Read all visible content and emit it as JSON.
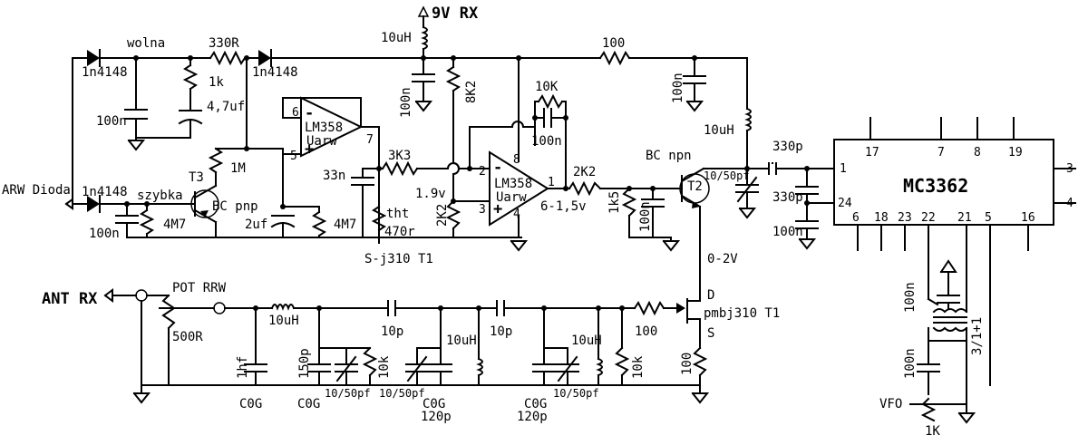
{
  "labels": {
    "supply": "9V RX",
    "arw_dioda": "ARW Dioda",
    "ant_rx": "ANT RX",
    "wolna": "wolna",
    "szybka": "szybka",
    "d1": "1n4148",
    "d2": "1n4148",
    "d3": "1n4148",
    "r330": "330R",
    "r1k": "1k",
    "c47": "4,7uf",
    "c100n_a": "100n",
    "t3": "T3",
    "r1m": "1M",
    "bcpnp": "BC pnp",
    "c100n_b": "100n",
    "r4m7_a": "4M7",
    "c2uf": "2uf",
    "r4m7_b": "4M7",
    "lm358_a": "LM358",
    "uarw_a": "Uarw",
    "pin6": "6",
    "pin7": "7",
    "pin5": "5",
    "minus": "-",
    "plus": "+",
    "l10uh_top": "10uH",
    "c100n_top": "100n",
    "r8k2": "8K2",
    "r3k3": "3K3",
    "c33n": "33n",
    "v19": "1.9v",
    "tht": "tht",
    "r2k2v": "2K2",
    "r470": "470r",
    "sj310": "S-j310 T1",
    "r10k": "10K",
    "c100n_fb": "100n",
    "lm358_b": "LM358",
    "uarw_b": "Uarw",
    "pin2": "2",
    "pin3": "3",
    "pin8": "8",
    "pin4": "4",
    "pin1": "1",
    "v615": "6-1,5v",
    "r2k2": "2K2",
    "r1k5": "1k5",
    "c100n_1k5": "100n",
    "bcnpn": "BC npn",
    "t2": "T2",
    "r100_top": "100",
    "c100n_right": "100n",
    "l10uh_right": "10uH",
    "c10_50_top": "10/50pf",
    "c330_a": "330p",
    "c330_b": "330p",
    "c100n_ic": "100n",
    "ic_name": "MC3362",
    "ic_pin17": "17",
    "ic_pin7": "7",
    "ic_pin8": "8",
    "ic_pin19": "19",
    "ic_pin1": "1",
    "ic_pin24": "24",
    "ic_pin3": "3",
    "ic_pin4": "4",
    "ic_pin6": "6",
    "ic_pin18": "18",
    "ic_pin23": "23",
    "ic_pin22": "22",
    "ic_pin21": "21",
    "ic_pin5": "5",
    "ic_pin16": "16",
    "v02": "0-2V",
    "fet_d": "D",
    "fet_s": "S",
    "pmbj": "pmbj310 T1",
    "r100_gate": "100",
    "r100_src": "100",
    "pot": "POT RRW",
    "r500": "500R",
    "l10uh_b1": "10uH",
    "c1hf": "1hf",
    "c0g_1": "C0G",
    "c150p": "150p",
    "c0g_2": "C0G",
    "c10_50_b1": "10/50pf",
    "r10k_b1": "10k",
    "c10_50_b2": "10/50pf",
    "c10p_a": "10p",
    "c0g_3": "C0G",
    "c120p_a": "120p",
    "l10uh_b2": "10uH",
    "c10p_b": "10p",
    "c0g_4": "C0G",
    "c120p_b": "120p",
    "l10uh_b3": "10uH",
    "c10_50_b3": "10/50pf",
    "r10k_b2": "10k",
    "c100n_tr": "100n",
    "c100n_vfo": "100n",
    "t311": "3/1+1",
    "vfo": "VFO",
    "r1k_vfo": "1K"
  }
}
